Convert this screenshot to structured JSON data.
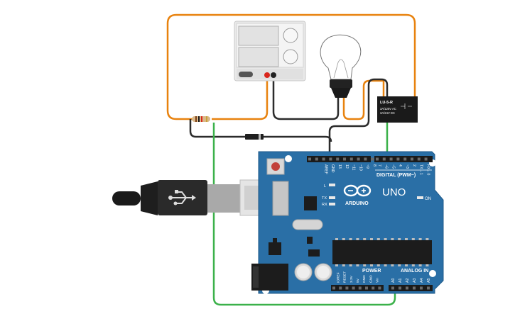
{
  "colors": {
    "board": "#2a6fa6",
    "board_edge": "#1f5a8a",
    "wire_orange": "#e8820e",
    "wire_green": "#3bb14a",
    "wire_black": "#2b2b2b",
    "silkscreen": "#ffffff",
    "power_supply": "#e9e9e9"
  },
  "icons": {
    "usb": "usb-icon",
    "arduino_logo": "infinity-logo-icon",
    "bulb": "light-bulb-icon"
  },
  "relay": {
    "model": "LU-5-R",
    "rating_ac": "3A/125V AC",
    "rating_dc": "3A/24V DC"
  },
  "board": {
    "name": "UNO",
    "brand": "ARDUINO",
    "digital_label": "DIGITAL (PWM~)",
    "power_label": "POWER",
    "analog_label": "ANALOG IN",
    "on_label": "ON",
    "led_l": "L",
    "led_tx": "TX",
    "led_rx": "RX",
    "digital_pins": [
      "AREF",
      "GND",
      "13",
      "12",
      "~11",
      "~10",
      "~9",
      "8",
      "7",
      "~6",
      "~5",
      "4",
      "~3",
      "2",
      "TX→1",
      "RX←0"
    ],
    "power_pins": [
      "IOREF",
      "RESET",
      "3.3V",
      "5V",
      "GND",
      "GND",
      "Vin"
    ],
    "analog_pins": [
      "A0",
      "A1",
      "A2",
      "A3",
      "A4",
      "A5"
    ]
  }
}
